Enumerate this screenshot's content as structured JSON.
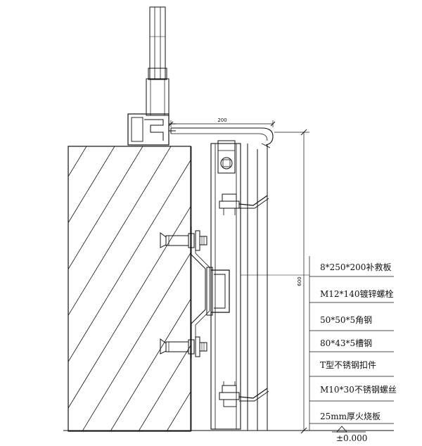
{
  "dimensions": {
    "top_width": "200",
    "height": "600"
  },
  "labels": [
    "8*250*200补救板",
    "M12*140镀锌螺栓",
    "50*50*5角钢",
    "80*43*5槽钢",
    "T型不锈钢扣件",
    "M10*30不锈钢螺丝",
    "25mm厚火烧板"
  ],
  "level_mark": "±0.000"
}
